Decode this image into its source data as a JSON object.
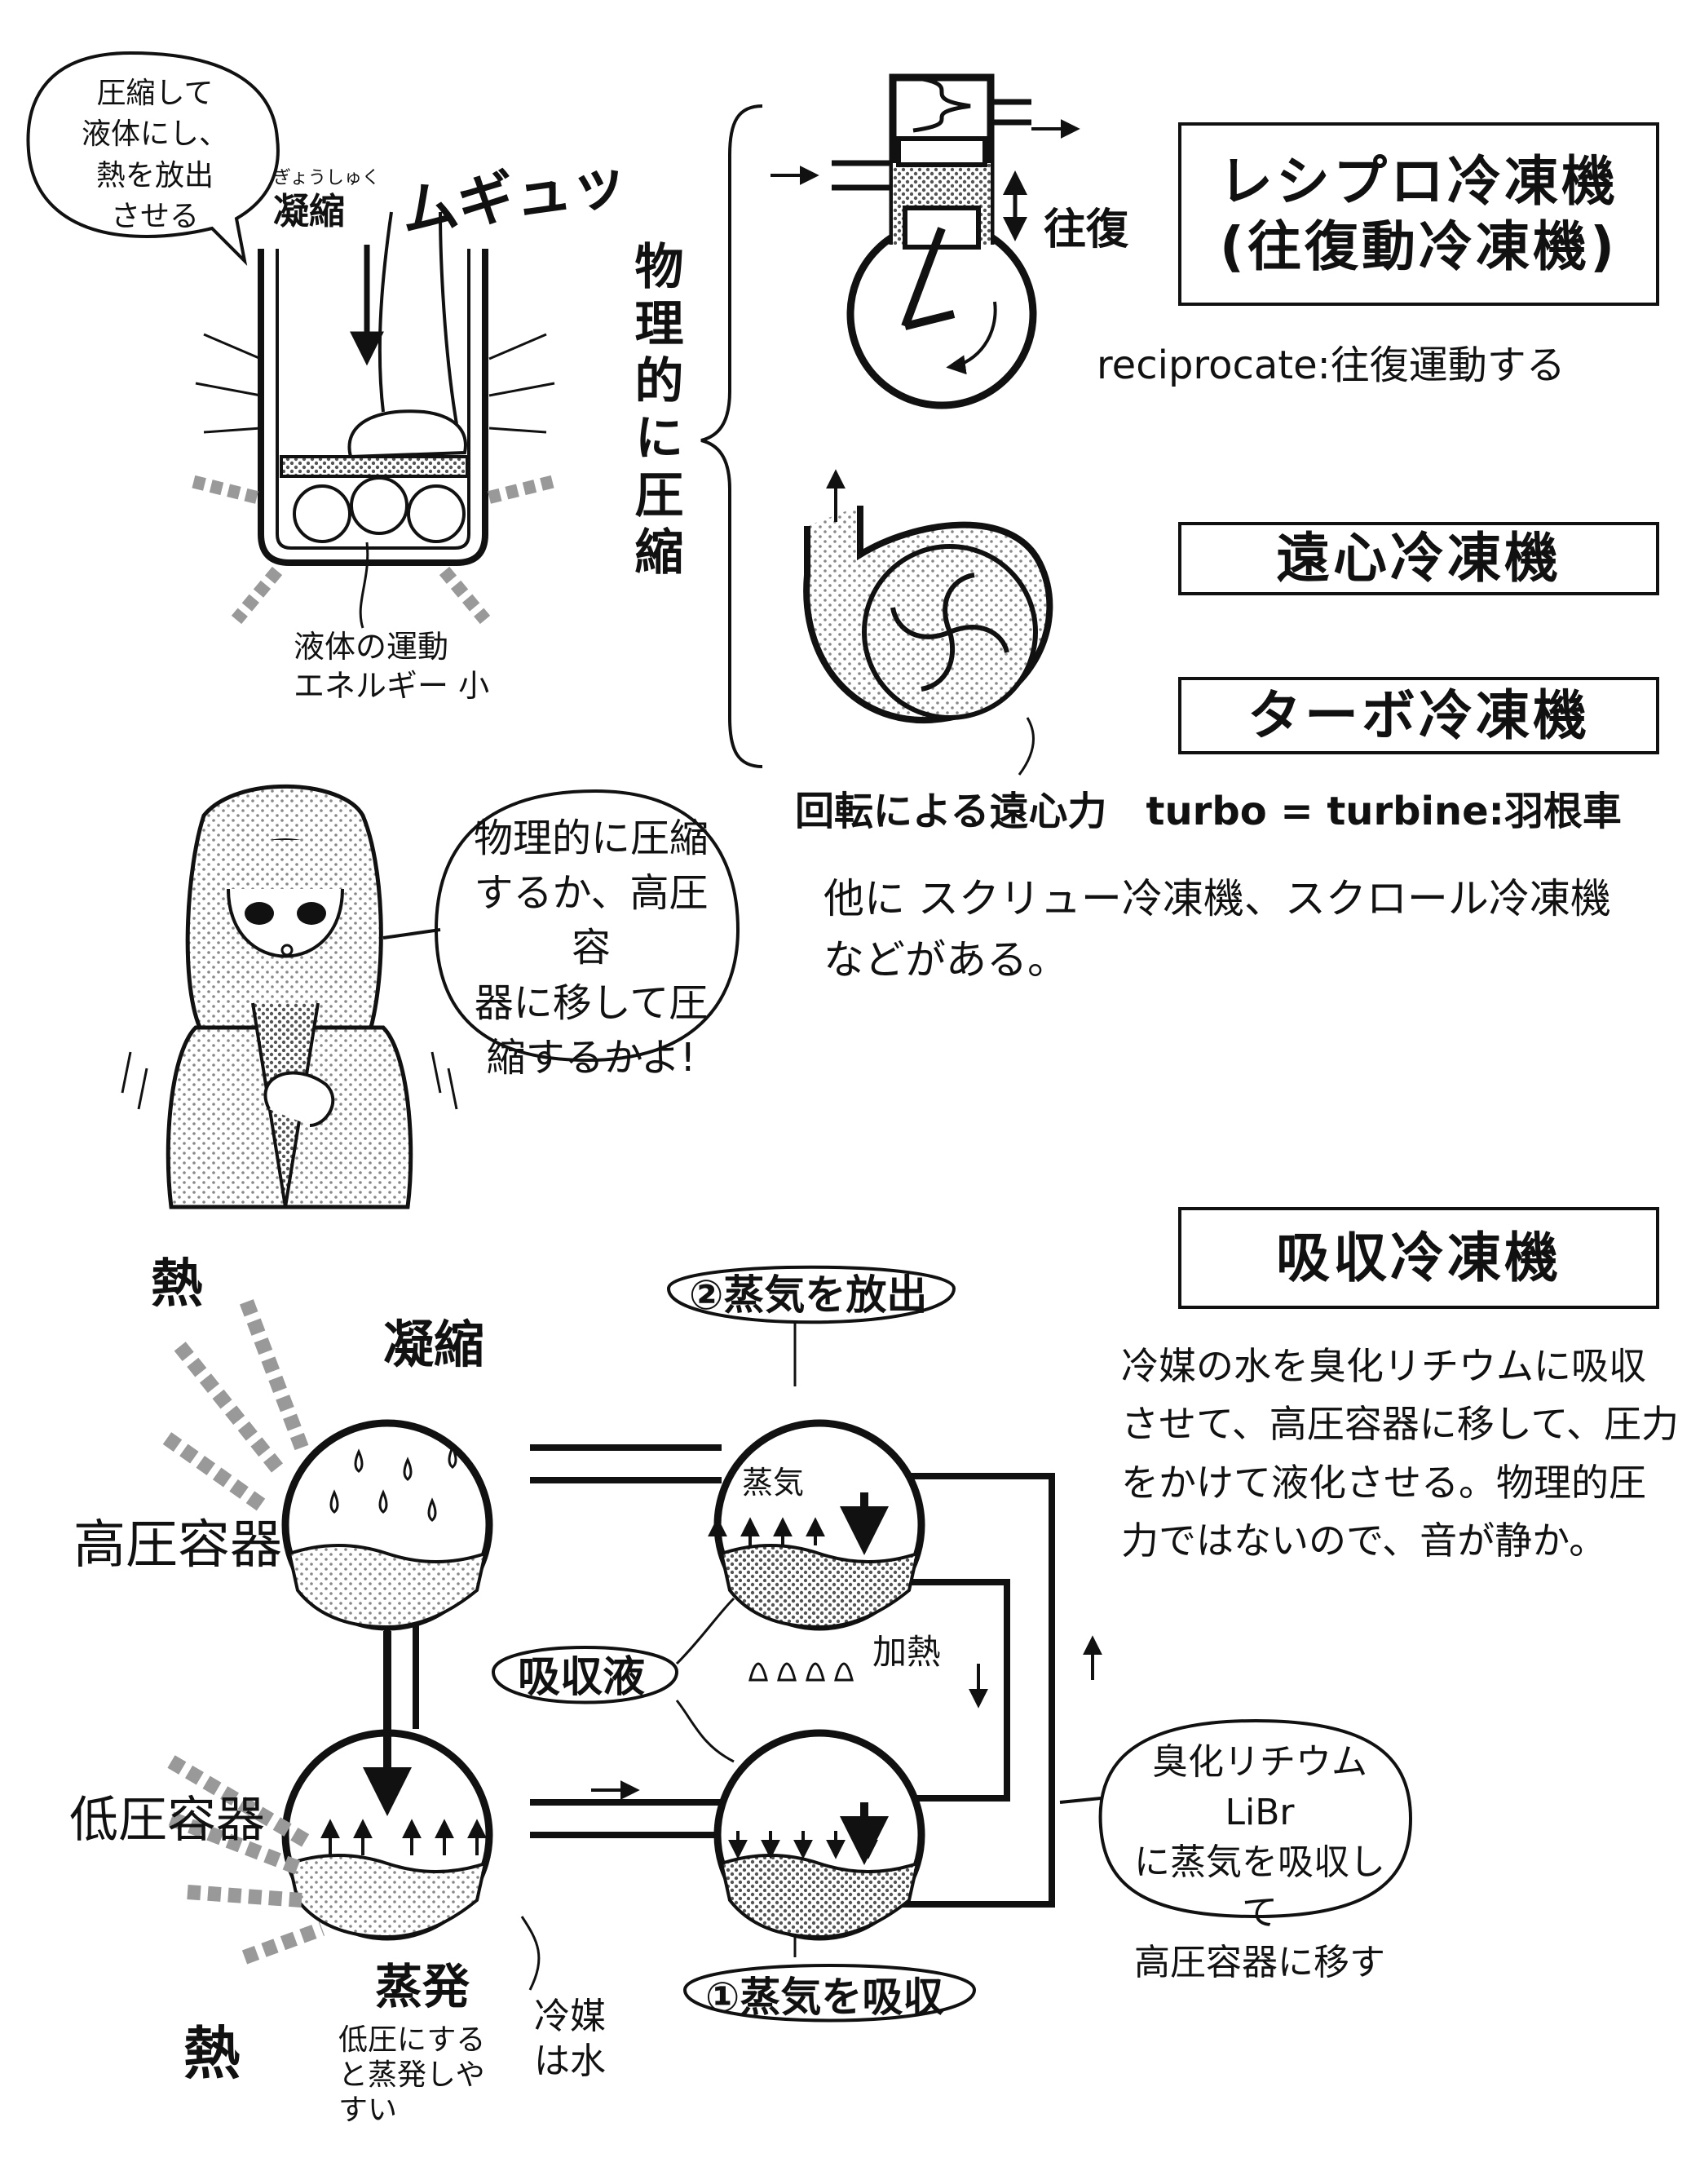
{
  "compression_scene": {
    "bubble_text": "圧縮して\n液体にし、\n熱を放出\nさせる",
    "furigana": "ぎょうしゅく",
    "condense_label": "凝縮",
    "sfx": "ムギュッ",
    "bottom_label": "液体の運動\nエネルギー 小"
  },
  "physical_compression_label": "物理的に圧縮",
  "reciprocating": {
    "title": "レシプロ冷凍機\n(往復動冷凍機)",
    "motion_label": "往復",
    "note": "reciprocate:往復運動する"
  },
  "centrifugal": {
    "title_1": "遠心冷凍機",
    "title_2": "ターボ冷凍機",
    "caption": "回転による遠心力　turbo = turbine:羽根車"
  },
  "others_note": "他に スクリュー冷凍機、スクロール冷凍機\nなどがある。",
  "character_bubble": "物理的に圧縮\nするか、高圧容\n器に移して圧\n縮するかよ!",
  "absorption": {
    "title": "吸収冷凍機",
    "description": "冷媒の水を臭化リチウムに吸収\nさせて、高圧容器に移して、圧力\nをかけて液化させる。物理的圧\n力ではないので、音が静か。",
    "heat_top": "熱",
    "condense": "凝縮",
    "high_pressure": "高圧容器",
    "low_pressure": "低圧容器",
    "vapor_release": "②蒸気を放出",
    "vapor": "蒸気",
    "absorbent": "吸収液",
    "heating": "加熱",
    "libr_bubble": "臭化リチウム LiBr\nに蒸気を吸収して\n高圧容器に移す",
    "vapor_absorb": "①蒸気を吸収",
    "evaporate": "蒸発",
    "evaporate_note": "低圧にする\nと蒸発しや\nすい",
    "refrigerant": "冷媒\nは水",
    "heat_bottom": "熱"
  }
}
